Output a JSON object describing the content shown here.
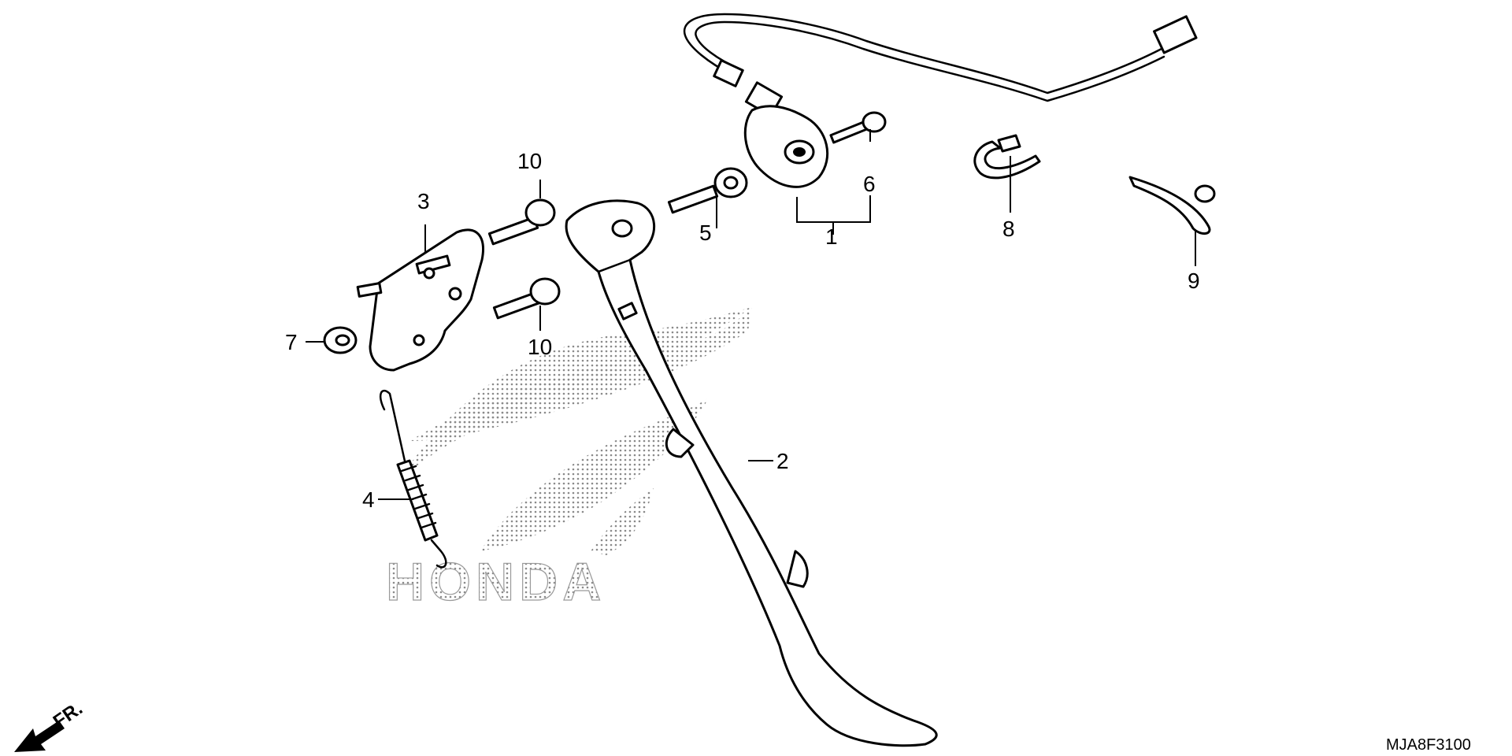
{
  "diagram": {
    "watermark_text": "HONDA",
    "diagram_code": "MJA8F3100",
    "direction_label": "FR.",
    "callouts": {
      "c1": "1",
      "c2": "2",
      "c3": "3",
      "c4": "4",
      "c5": "5",
      "c6": "6",
      "c7": "7",
      "c8": "8",
      "c9": "9",
      "c10a": "10",
      "c10b": "10"
    }
  }
}
